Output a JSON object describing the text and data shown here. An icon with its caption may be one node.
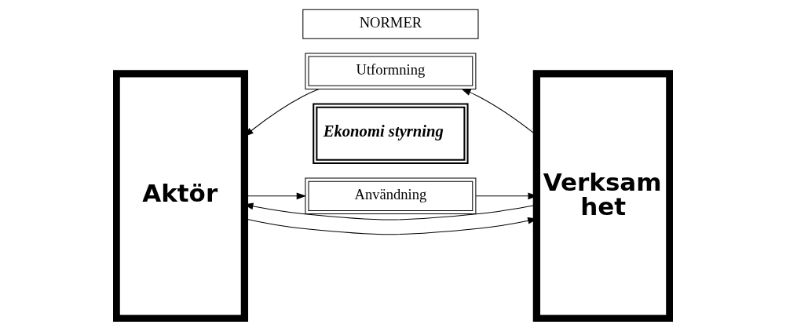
{
  "diagram": {
    "nodes": [
      {
        "text": [
          "NORMER"
        ]
      },
      {
        "text": [
          "Aktör"
        ]
      },
      {
        "text": [
          "Utformning"
        ]
      },
      {
        "text": [
          "Ekonomi styrning"
        ]
      },
      {
        "text": [
          "Användning"
        ]
      },
      {
        "text": [
          "Verksam het"
        ]
      }
    ],
    "edges": [
      {
        "from": 1,
        "to": 5,
        "arrow": "to"
      },
      {
        "from": 2,
        "to": 1,
        "arrow": "to"
      },
      {
        "from": 5,
        "to": 2,
        "arrow": "to"
      },
      {
        "from": 1,
        "to": 4,
        "arrow": "to"
      },
      {
        "from": 4,
        "to": 5,
        "arrow": "to"
      },
      {
        "from": 5,
        "to": 1,
        "arrow": "to"
      }
    ]
  }
}
